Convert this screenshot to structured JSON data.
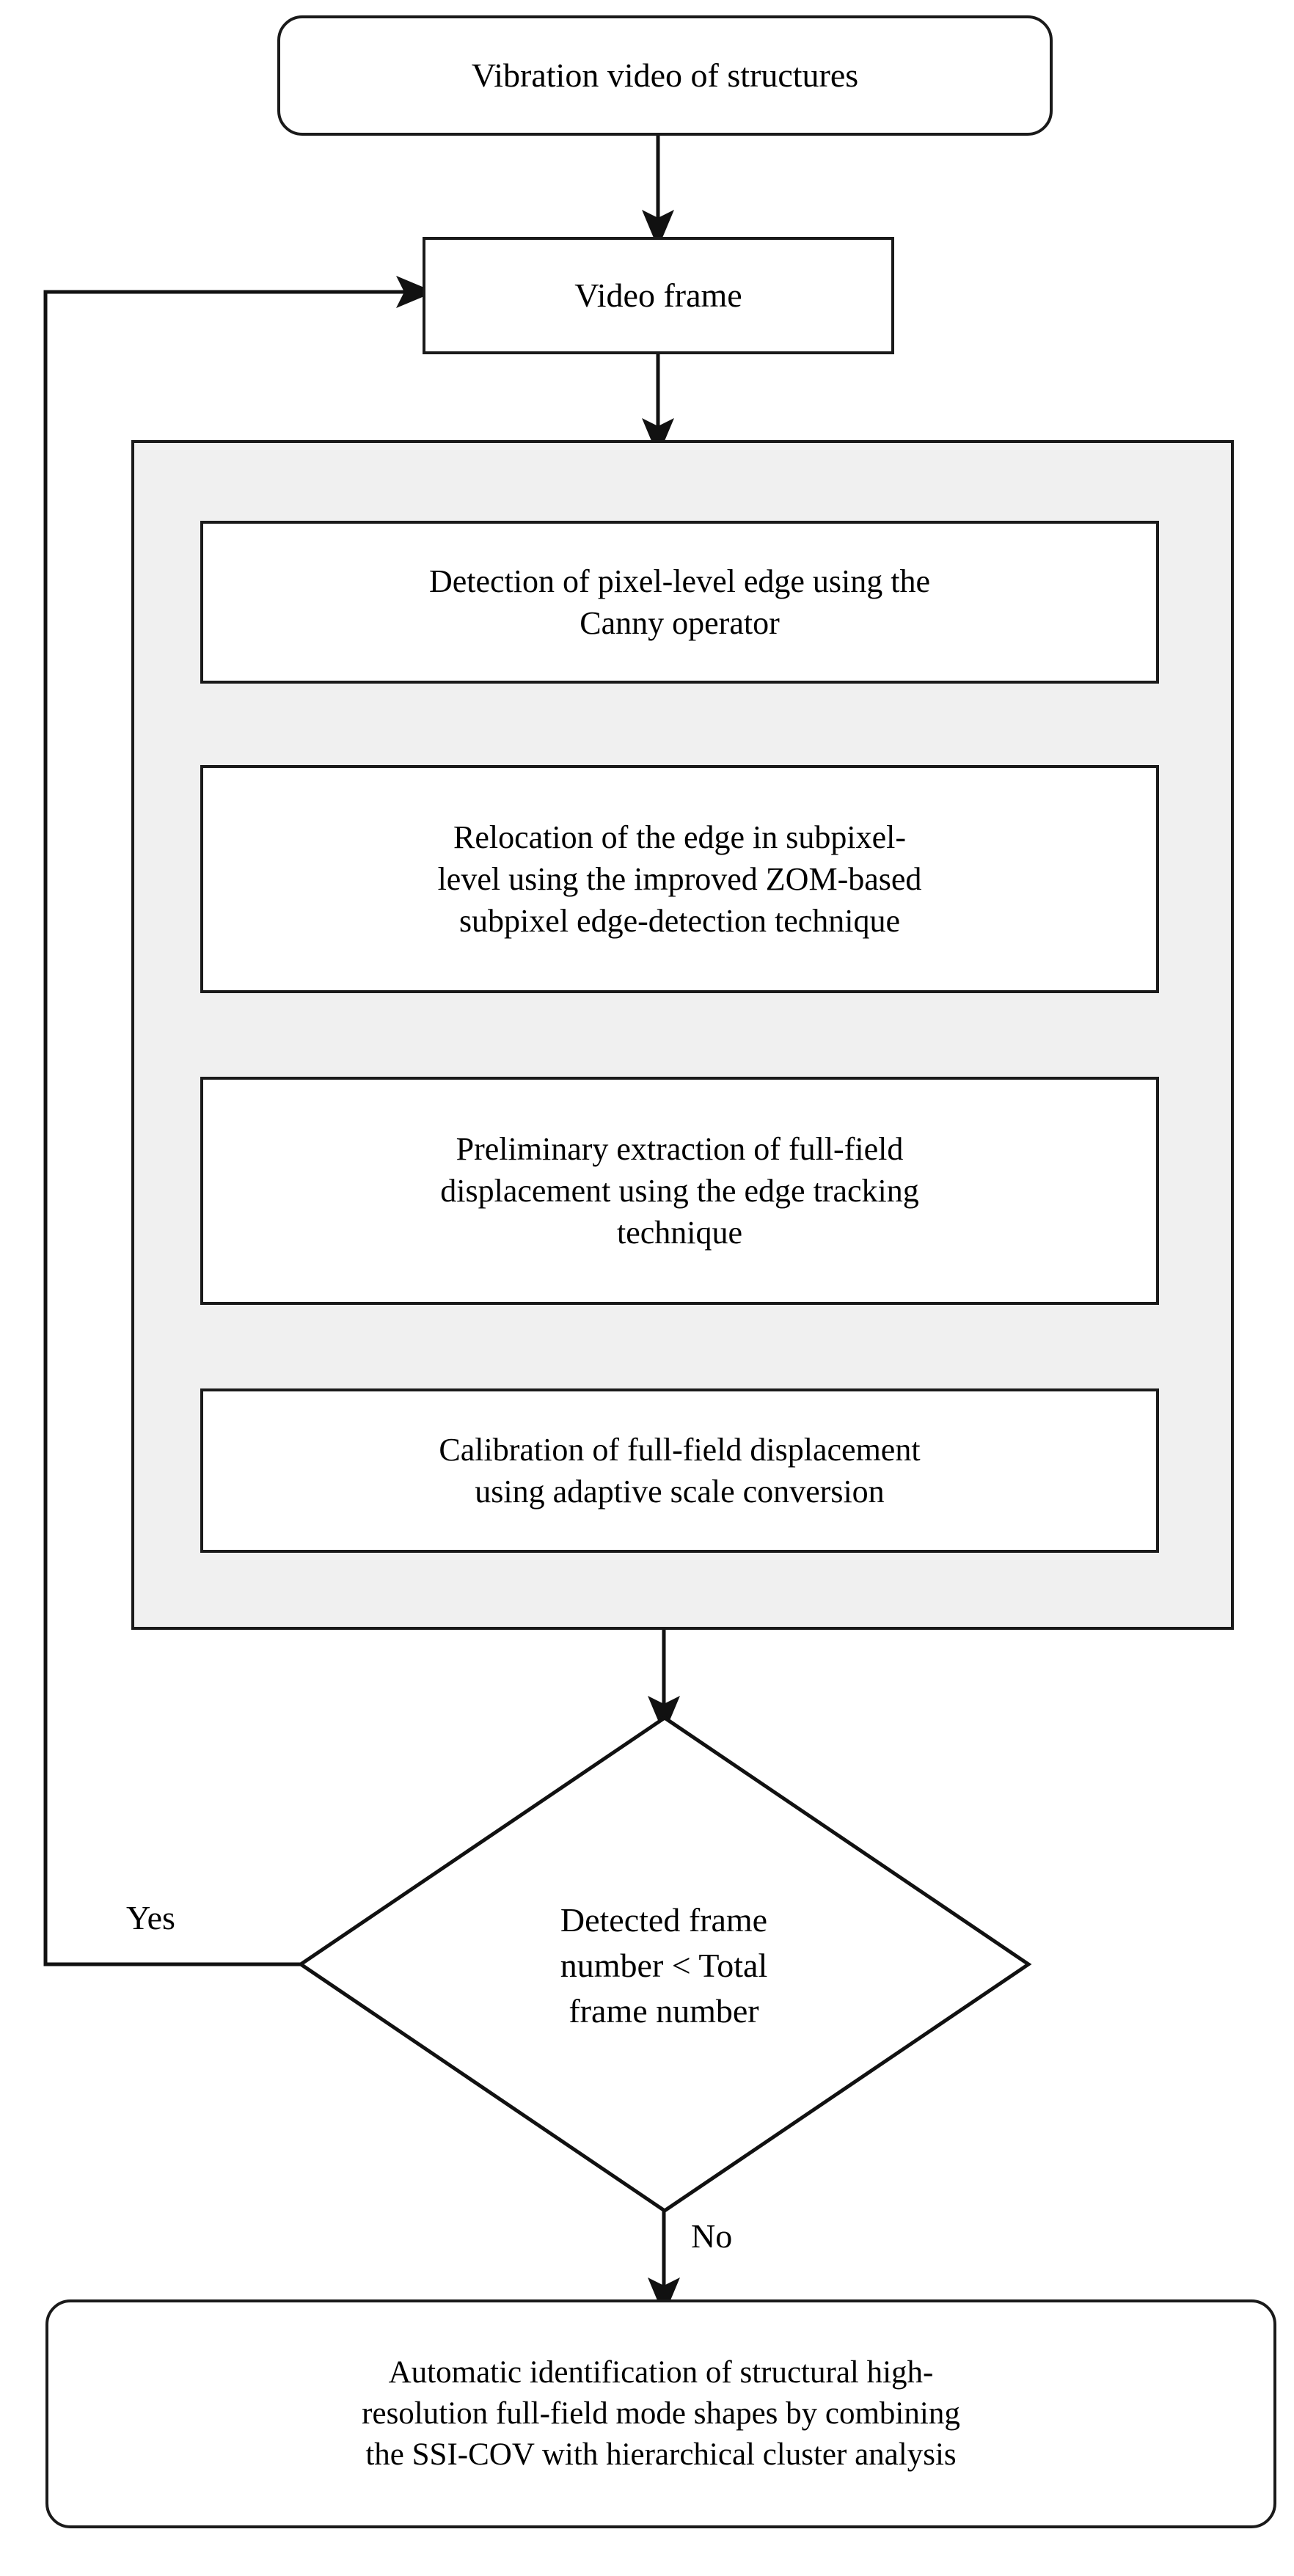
{
  "diagram": {
    "title": "Vision-based full-field modal identification flowchart",
    "accent_fill": "#f0f0f0",
    "line_color": "#1a1a1a",
    "text_color": "#000000",
    "background": "#ffffff"
  },
  "nodes": {
    "start": {
      "label": "Vibration video of structures",
      "shape": "terminator"
    },
    "video_frame": {
      "label": "Video frame",
      "shape": "process"
    },
    "step1": {
      "label": "Detection of pixel-level edge using the\nCanny operator",
      "shape": "process"
    },
    "step2": {
      "label": "Relocation of the edge in subpixel-\nlevel using the improved ZOM-based\nsubpixel edge-detection technique",
      "shape": "process"
    },
    "step3": {
      "label": "Preliminary extraction of full-field\ndisplacement using the edge tracking\ntechnique",
      "shape": "process"
    },
    "step4": {
      "label": "Calibration of full-field displacement\nusing adaptive scale conversion",
      "shape": "process"
    },
    "decision": {
      "label": "Detected frame\nnumber < Total\nframe number",
      "shape": "decision"
    },
    "end": {
      "label": "Automatic identification of structural high-\nresolution full-field mode shapes by combining\nthe SSI-COV with hierarchical cluster analysis",
      "shape": "terminator"
    }
  },
  "edge_labels": {
    "yes": "Yes",
    "no": "No"
  }
}
